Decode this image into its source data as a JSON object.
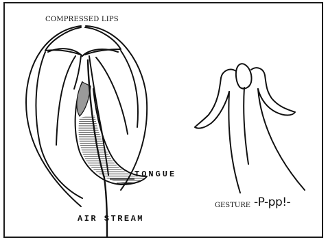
{
  "labels": {
    "compressed_lips": "COMPRESSED LIPS",
    "tongue": "TONGUE",
    "air_stream": "AIR STREAM",
    "gesture": "GESTURE",
    "sound": "-P-pp!-"
  },
  "colors": {
    "ink": "#111111",
    "tongue_shade": "#9a9a9a",
    "background": "#ffffff"
  }
}
